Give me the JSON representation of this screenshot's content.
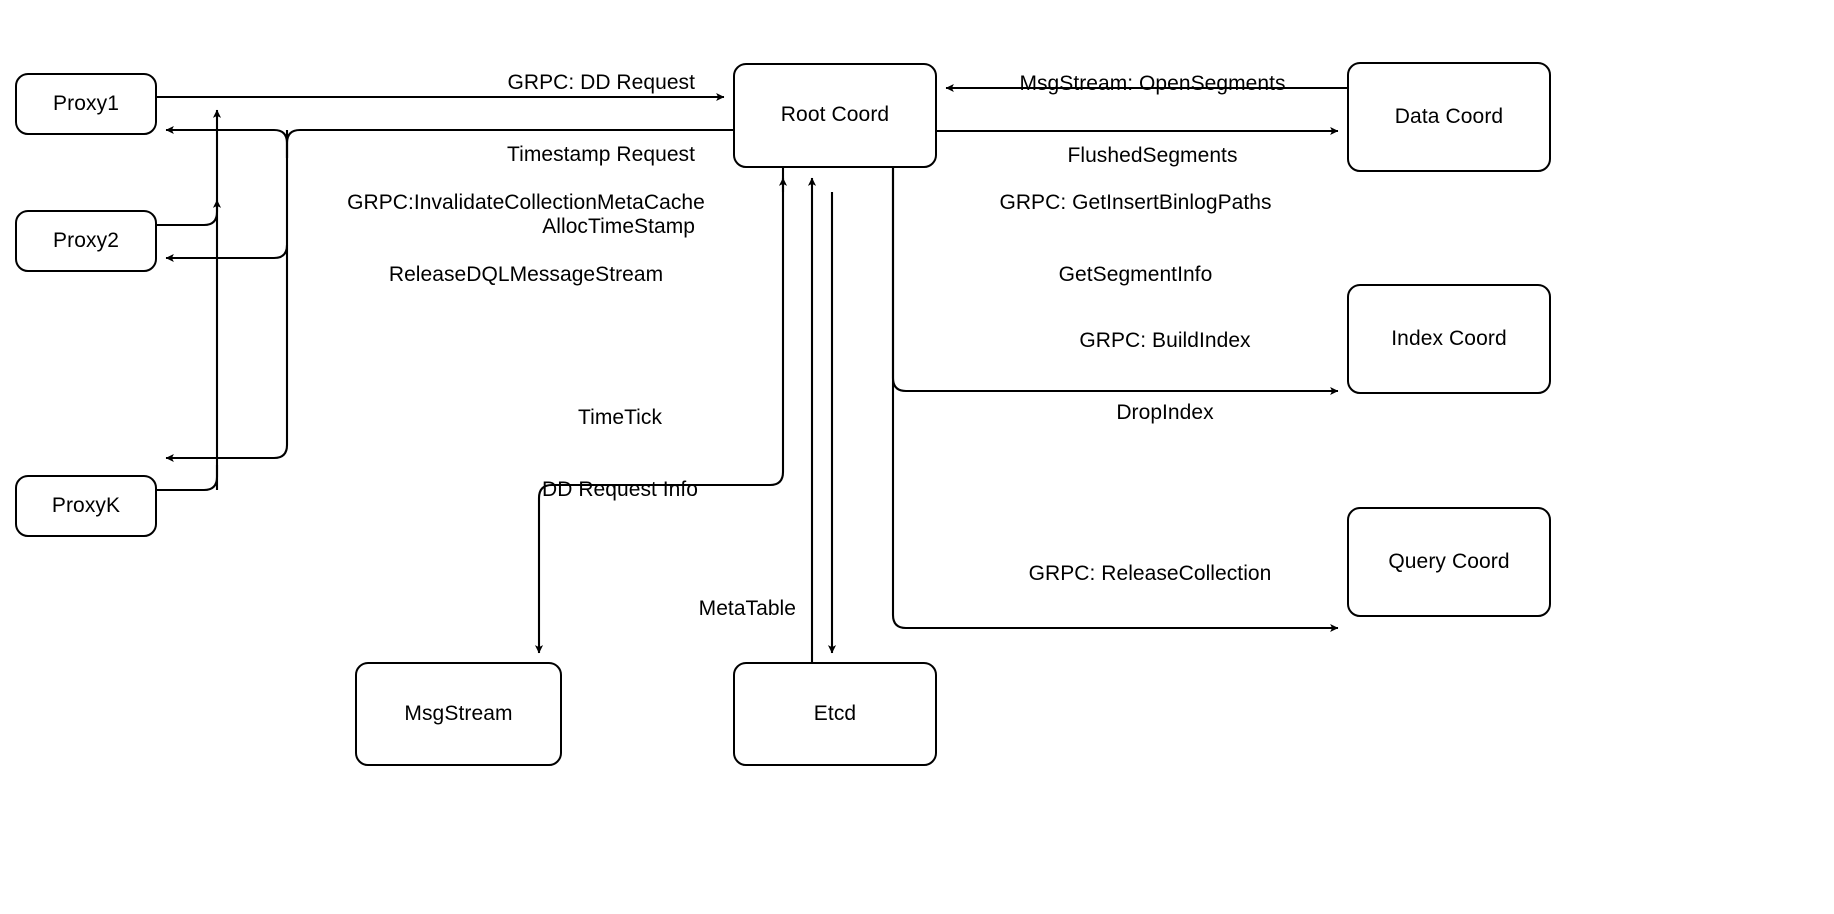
{
  "diagram": {
    "title": "Root Coord interaction diagram",
    "background_color": "#ffffff",
    "stroke_color": "#000000",
    "nodes": [
      {
        "id": "proxy1",
        "label": "Proxy1"
      },
      {
        "id": "proxy2",
        "label": "Proxy2"
      },
      {
        "id": "proxyk",
        "label": "ProxyK"
      },
      {
        "id": "rootcoord",
        "label": "Root Coord"
      },
      {
        "id": "msgstream",
        "label": "MsgStream"
      },
      {
        "id": "etcd",
        "label": "Etcd"
      },
      {
        "id": "datacoord",
        "label": "Data Coord"
      },
      {
        "id": "indexcoord",
        "label": "Index Coord"
      },
      {
        "id": "querycoord",
        "label": "Query Coord"
      }
    ],
    "edge_labels": [
      {
        "id": "proxy-to-root",
        "from": "proxy1",
        "to": "rootcoord",
        "lines": [
          "GRPC: DD Request",
          "Timestamp Request",
          "AllocTimeStamp"
        ],
        "line1": "GRPC: DD Request",
        "line2": "Timestamp Request",
        "line3": "AllocTimeStamp"
      },
      {
        "id": "root-to-proxy",
        "from": "rootcoord",
        "to": "proxy1",
        "lines": [
          "GRPC:InvalidateCollectionMetaCache",
          "ReleaseDQLMessageStream"
        ],
        "line1": "GRPC:InvalidateCollectionMetaCache",
        "line2": "ReleaseDQLMessageStream"
      },
      {
        "id": "datacoord-to-root",
        "from": "datacoord",
        "to": "rootcoord",
        "lines": [
          "MsgStream: OpenSegments",
          "FlushedSegments"
        ],
        "line1": "MsgStream: OpenSegments",
        "line2": "FlushedSegments"
      },
      {
        "id": "root-to-datacoord",
        "from": "rootcoord",
        "to": "datacoord",
        "lines": [
          "GRPC: GetInsertBinlogPaths",
          "GetSegmentInfo"
        ],
        "line1": "GRPC: GetInsertBinlogPaths",
        "line2": "GetSegmentInfo"
      },
      {
        "id": "root-to-indexcoord",
        "from": "rootcoord",
        "to": "indexcoord",
        "lines": [
          "GRPC: BuildIndex",
          "DropIndex"
        ],
        "line1": "GRPC: BuildIndex",
        "line2": "DropIndex"
      },
      {
        "id": "root-to-querycoord",
        "from": "rootcoord",
        "to": "querycoord",
        "lines": [
          "GRPC: ReleaseCollection"
        ],
        "line1": "GRPC: ReleaseCollection"
      },
      {
        "id": "root-to-msgstream",
        "from": "rootcoord",
        "to": "msgstream",
        "lines": [
          "TimeTick",
          "DD Request Info"
        ],
        "line1": "TimeTick",
        "line2": "DD Request Info"
      },
      {
        "id": "root-to-etcd",
        "from": "rootcoord",
        "to": "etcd",
        "lines": [
          "MetaTable"
        ],
        "line1": "MetaTable"
      }
    ]
  }
}
